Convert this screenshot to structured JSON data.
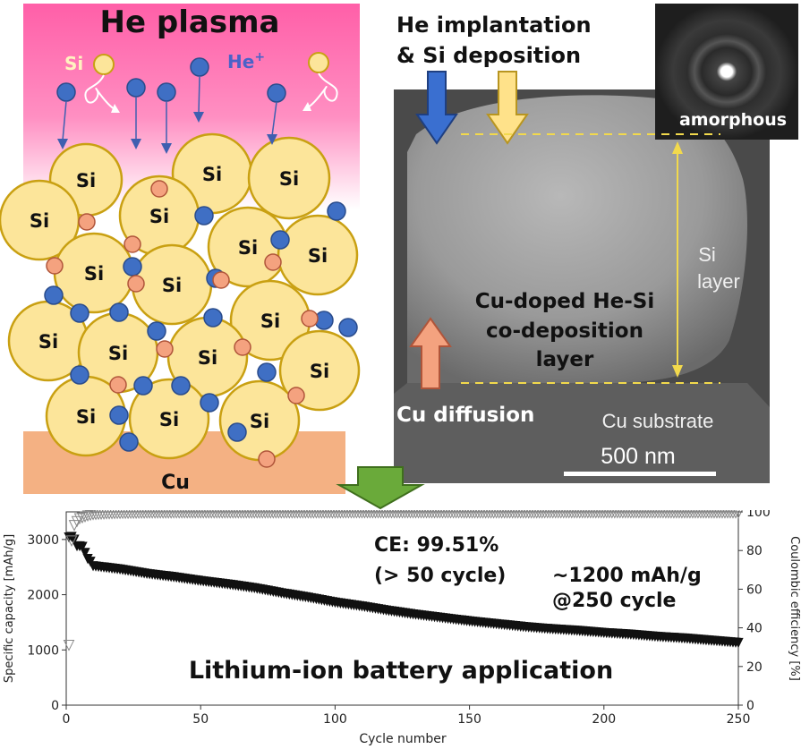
{
  "schematic": {
    "title": "He plasma",
    "si_label": "Si",
    "he_label": "He",
    "he_sup": "+",
    "substrate_label": "Cu",
    "particle_label": "Si",
    "colors": {
      "plasma_top": "#ff5fa8",
      "plasma_bottom": "#ffffff",
      "si_fill": "#fce59a",
      "si_stroke": "#c9a012",
      "he_ion": "#3f6fc4",
      "cu_atom": "#f4a27f",
      "substrate": "#f4b183"
    }
  },
  "tem": {
    "top_label_line1": "He implantation",
    "top_label_line2": "& Si deposition",
    "inset_label": "amorphous",
    "layer_label_line1": "Si",
    "layer_label_line2": "layer",
    "codep_line1": "Cu-doped He-Si",
    "codep_line2": "co-deposition",
    "codep_line3": "layer",
    "cu_diffusion": "Cu diffusion",
    "substrate": "Cu substrate",
    "scale_bar": "500 nm"
  },
  "chart_data": {
    "type": "scatter",
    "title": "Lithium-ion battery application",
    "xlabel": "Cycle number",
    "ylabel_left": "Specific capacity [mAh/g]",
    "ylabel_right": "Coulombic efficiency [%]",
    "xlim": [
      0,
      250
    ],
    "ylim_left": [
      0,
      3500
    ],
    "ylim_right": [
      0,
      100
    ],
    "xticks": [
      0,
      50,
      100,
      150,
      200,
      250
    ],
    "yticks_left": [
      0,
      1000,
      2000,
      3000
    ],
    "yticks_right": [
      0,
      20,
      40,
      60,
      80,
      100
    ],
    "grid": false,
    "annotations": {
      "ce_line1": "CE: 99.51%",
      "ce_line2": "(> 50 cycle)",
      "cap_line1": "~1200 mAh/g",
      "cap_line2": "@250 cycle"
    },
    "series": [
      {
        "axis": "left",
        "marker": "filled-triangle-down",
        "points": [
          [
            1,
            3040
          ],
          [
            2,
            3050
          ],
          [
            3,
            3000
          ],
          [
            4,
            2880
          ],
          [
            5,
            2880
          ],
          [
            6,
            2870
          ],
          [
            7,
            2760
          ],
          [
            8,
            2650
          ],
          [
            9,
            2600
          ],
          [
            10,
            2520
          ],
          [
            15,
            2490
          ],
          [
            20,
            2460
          ],
          [
            30,
            2380
          ],
          [
            40,
            2320
          ],
          [
            50,
            2250
          ],
          [
            60,
            2190
          ],
          [
            70,
            2120
          ],
          [
            80,
            2030
          ],
          [
            90,
            1950
          ],
          [
            100,
            1860
          ],
          [
            110,
            1790
          ],
          [
            120,
            1710
          ],
          [
            130,
            1640
          ],
          [
            140,
            1580
          ],
          [
            150,
            1520
          ],
          [
            160,
            1470
          ],
          [
            170,
            1420
          ],
          [
            180,
            1380
          ],
          [
            190,
            1350
          ],
          [
            200,
            1310
          ],
          [
            210,
            1280
          ],
          [
            220,
            1240
          ],
          [
            230,
            1210
          ],
          [
            240,
            1170
          ],
          [
            250,
            1130
          ]
        ]
      },
      {
        "axis": "right",
        "marker": "open-triangle-down",
        "points": [
          [
            1,
            31
          ],
          [
            2,
            85
          ],
          [
            3,
            93
          ],
          [
            4,
            95
          ],
          [
            5,
            96.5
          ],
          [
            6,
            97
          ],
          [
            7,
            97.5
          ],
          [
            8,
            98
          ],
          [
            10,
            98.6
          ],
          [
            15,
            99
          ],
          [
            20,
            99.2
          ],
          [
            30,
            99.4
          ],
          [
            50,
            99.5
          ],
          [
            75,
            99.5
          ],
          [
            100,
            99.5
          ],
          [
            125,
            99.55
          ],
          [
            150,
            99.5
          ],
          [
            175,
            99.5
          ],
          [
            200,
            99.55
          ],
          [
            225,
            99.5
          ],
          [
            250,
            99.5
          ]
        ]
      }
    ]
  }
}
